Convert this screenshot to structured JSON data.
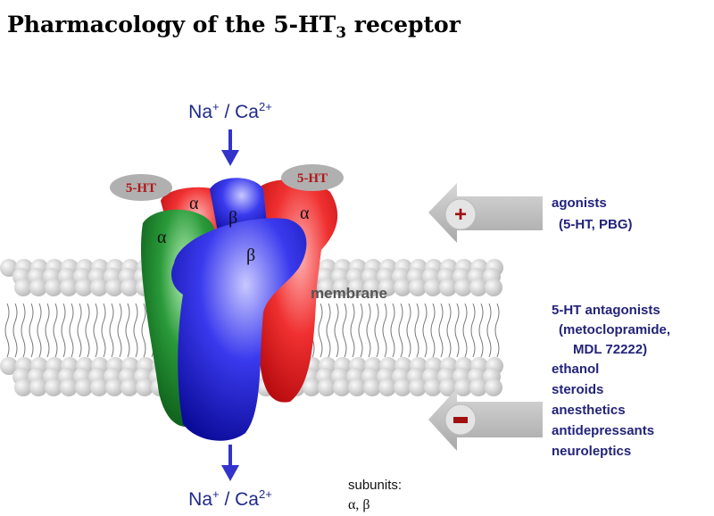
{
  "title": {
    "main": "Pharmacology of the 5-HT",
    "sub": "3",
    "rest": " receptor"
  },
  "ions": {
    "na": "Na",
    "na_sup": "+",
    "sep": " / Ca",
    "ca_sup": "2+"
  },
  "ligand_label": "5-HT",
  "subunits": {
    "alpha": "α",
    "beta": "β"
  },
  "membrane_label": "membrane",
  "agonists": {
    "sign": "+",
    "lines": [
      "agonists",
      "(5-HT, PBG)"
    ]
  },
  "antagonists": {
    "sign": "-",
    "lines": [
      "5-HT antagonists",
      "(metoclopramide,",
      "MDL 72222)",
      "ethanol",
      "steroids",
      "anesthetics",
      "antidepressants",
      "neuroleptics"
    ]
  },
  "subunits_note": {
    "line1": "subunits:",
    "line2": "α, β"
  },
  "colors": {
    "alpha_red": "#e8282c",
    "alpha_green": "#1f8a2e",
    "beta_blue": "#2222dd",
    "text_blue": "#23237a",
    "ligand_red": "#b01818"
  }
}
